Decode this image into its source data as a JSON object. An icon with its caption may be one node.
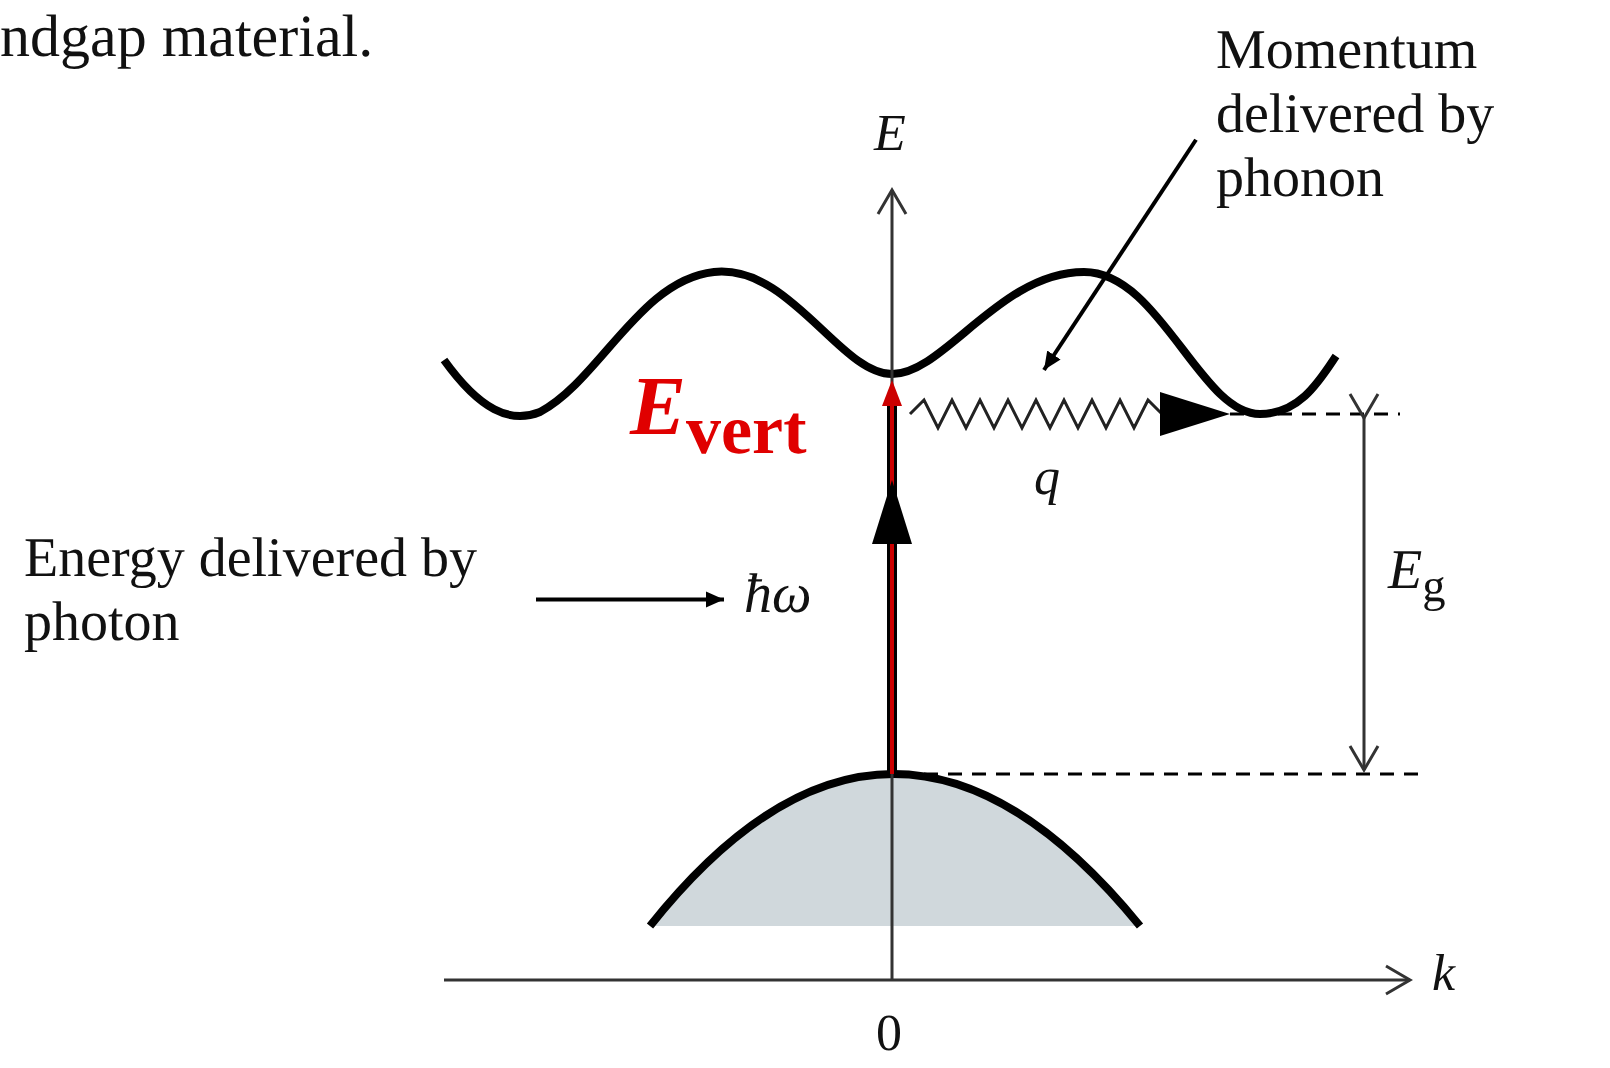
{
  "diagram": {
    "nodes": [
      {
        "text": [
          "Momentum delivered by phonon"
        ]
      },
      {
        "text": [
          "Energy delivered by photon"
        ]
      },
      {
        "text": [
          "ħω"
        ]
      }
    ],
    "edges": [
      {
        "from": 0,
        "to": null,
        "arrow": "to"
      },
      {
        "from": 1,
        "to": 2,
        "arrow": "to"
      }
    ],
    "labels": [
      "ndgap material.",
      "E",
      "E$_{vert}$",
      "q",
      "E$_{g}$",
      "k",
      "0"
    ]
  }
}
